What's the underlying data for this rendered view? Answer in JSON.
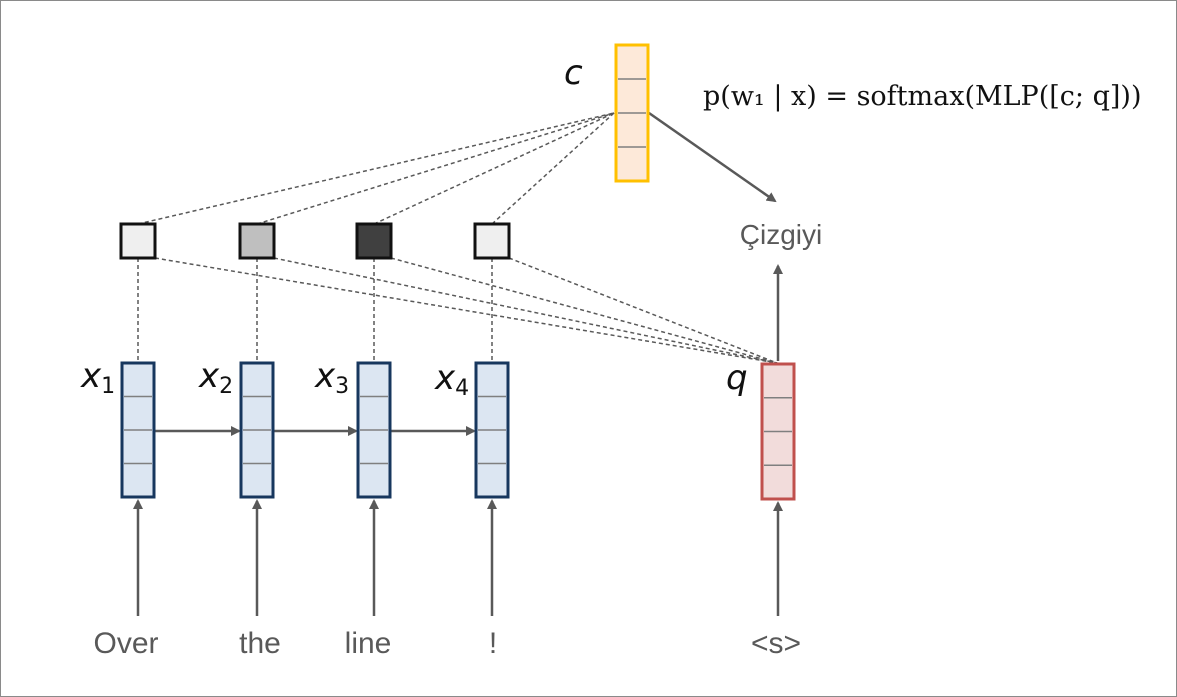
{
  "inputs": [
    {
      "label": "x",
      "subscript": "1",
      "word": "Over",
      "attention_shade": "#efefef"
    },
    {
      "label": "x",
      "subscript": "2",
      "word": "the",
      "attention_shade": "#bfbfbf"
    },
    {
      "label": "x",
      "subscript": "3",
      "word": "line",
      "attention_shade": "#404040"
    },
    {
      "label": "x",
      "subscript": "4",
      "word": "!",
      "attention_shade": "#efefef"
    }
  ],
  "query": {
    "label": "q",
    "word": "<s>",
    "fill": "#f2dcdb",
    "stroke": "#c0504d"
  },
  "context": {
    "label": "c",
    "fill": "#fde9d9",
    "stroke": "#ffc000"
  },
  "output_word": "Çizgiyi",
  "formula": "p(w₁ | x) = softmax(MLP([c; q]))",
  "colors": {
    "encoder_fill": "#dce6f2",
    "encoder_stroke": "#17375e",
    "arrow": "#595959",
    "dashed": "#595959"
  }
}
